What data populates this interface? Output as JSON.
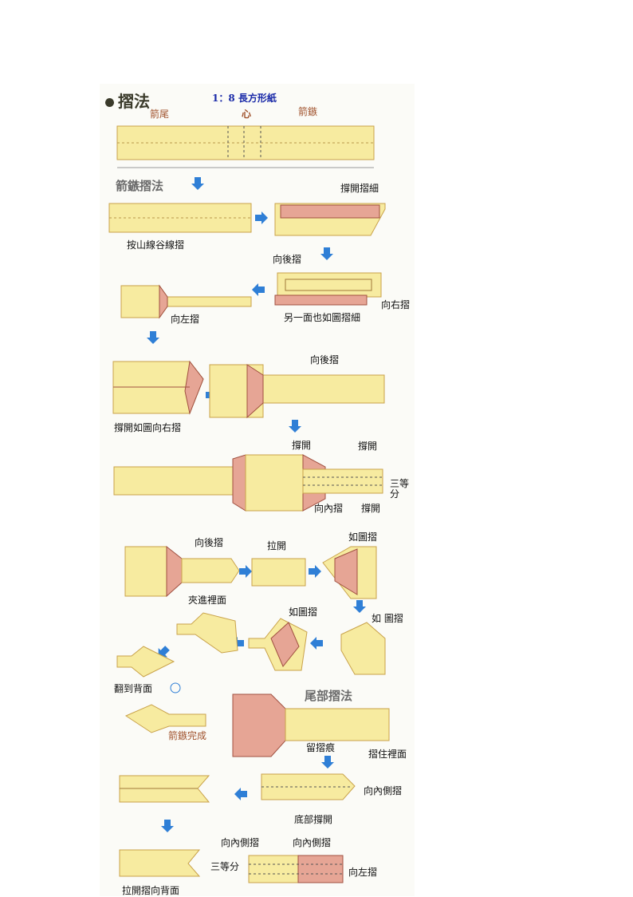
{
  "header": {
    "title": "摺法",
    "ratio": "1：8 長方形紙",
    "tail_label": "箭尾",
    "center_label": "心",
    "head_label": "箭鏃"
  },
  "sections": {
    "arrowhead": "箭鏃摺法",
    "tail": "尾部摺法"
  },
  "captions": {
    "c1": "撐開摺細",
    "c2": "按山線谷線摺",
    "c3": "向後摺",
    "c4": "向右摺",
    "c5": "向左摺",
    "c6": "另一面也如圖摺細",
    "c7": "向後摺",
    "c8": "撐開如圖向右摺",
    "c9": "撐開",
    "c10": "撐開",
    "c11": "三等",
    "c12": "分",
    "c13": "向內摺",
    "c14": "撐開",
    "c15": "向後摺",
    "c16": "拉開",
    "c17": "如圖摺",
    "c18": "夾進裡面",
    "c19": "如圖摺",
    "c20": "如 圖摺",
    "c21": "翻到背面",
    "c22": "箭鏃完成",
    "c23": "留摺痕",
    "c24": "摺住裡面",
    "c25": "向內側摺",
    "c26": "底部撐開",
    "c27": "向內側摺",
    "c28": "向內側摺",
    "c29": "三等分",
    "c30": "向左摺",
    "c31": "拉開摺向背面"
  },
  "colors": {
    "paper": "#f7eba0",
    "paper_edge": "#c9a24a",
    "pink": "#e6a595",
    "arrow": "#2f7fd6"
  }
}
